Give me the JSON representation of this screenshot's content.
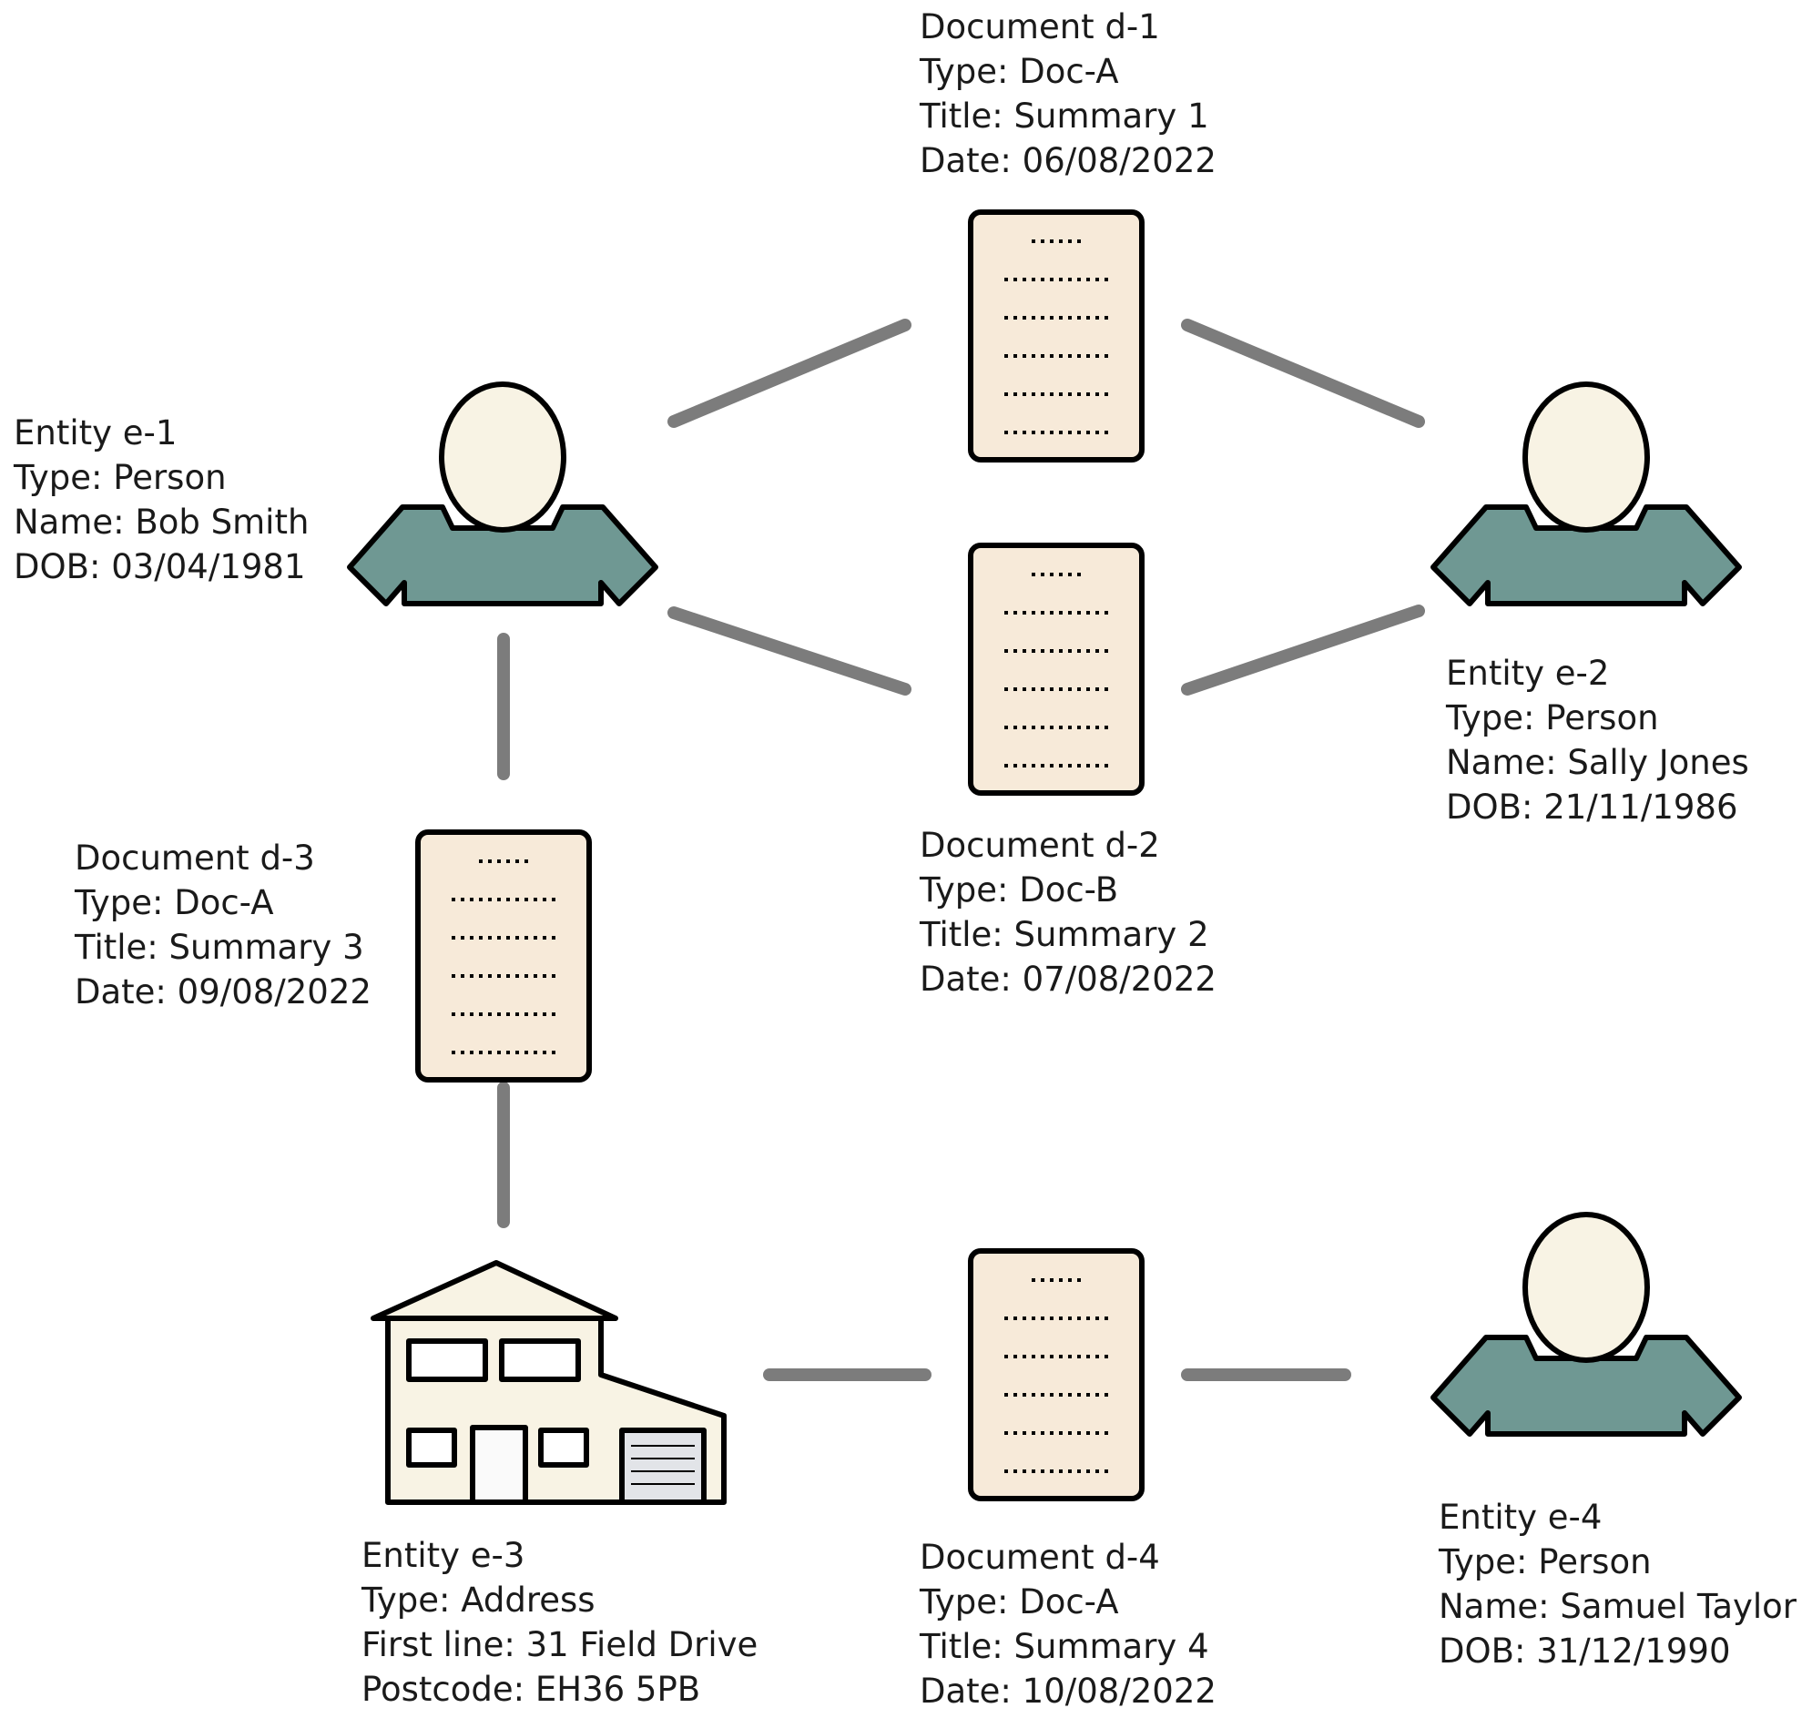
{
  "colors": {
    "edge": "#7c7c7c",
    "person_head": "#f8f3e4",
    "person_body": "#6f9893",
    "document": "#f7ead9",
    "house": "#f8f3e4",
    "garage_door": "#e2e4e8"
  },
  "nodes": {
    "e1": {
      "icon": "person-icon",
      "lines": [
        "Entity e-1",
        "Type: Person",
        "Name: Bob Smith",
        "DOB: 03/04/1981"
      ]
    },
    "e2": {
      "icon": "person-icon",
      "lines": [
        "Entity e-2",
        "Type: Person",
        "Name: Sally Jones",
        "DOB: 21/11/1986"
      ]
    },
    "e3": {
      "icon": "house-icon",
      "lines": [
        "Entity e-3",
        "Type: Address",
        "First line: 31 Field Drive",
        "Postcode: EH36 5PB"
      ]
    },
    "e4": {
      "icon": "person-icon",
      "lines": [
        "Entity e-4",
        "Type: Person",
        "Name: Samuel Taylor",
        "DOB: 31/12/1990"
      ]
    },
    "d1": {
      "icon": "document-icon",
      "lines": [
        "Document d-1",
        "Type: Doc-A",
        "Title: Summary 1",
        "Date: 06/08/2022"
      ]
    },
    "d2": {
      "icon": "document-icon",
      "lines": [
        "Document d-2",
        "Type: Doc-B",
        "Title: Summary 2",
        "Date: 07/08/2022"
      ]
    },
    "d3": {
      "icon": "document-icon",
      "lines": [
        "Document d-3",
        "Type: Doc-A",
        "Title: Summary 3",
        "Date: 09/08/2022"
      ]
    },
    "d4": {
      "icon": "document-icon",
      "lines": [
        "Document d-4",
        "Type: Doc-A",
        "Title: Summary 4",
        "Date: 10/08/2022"
      ]
    }
  },
  "edges": [
    [
      "e1",
      "d1"
    ],
    [
      "d1",
      "e2"
    ],
    [
      "e1",
      "d2"
    ],
    [
      "d2",
      "e2"
    ],
    [
      "e1",
      "d3"
    ],
    [
      "d3",
      "e3"
    ],
    [
      "e3",
      "d4"
    ],
    [
      "d4",
      "e4"
    ]
  ]
}
